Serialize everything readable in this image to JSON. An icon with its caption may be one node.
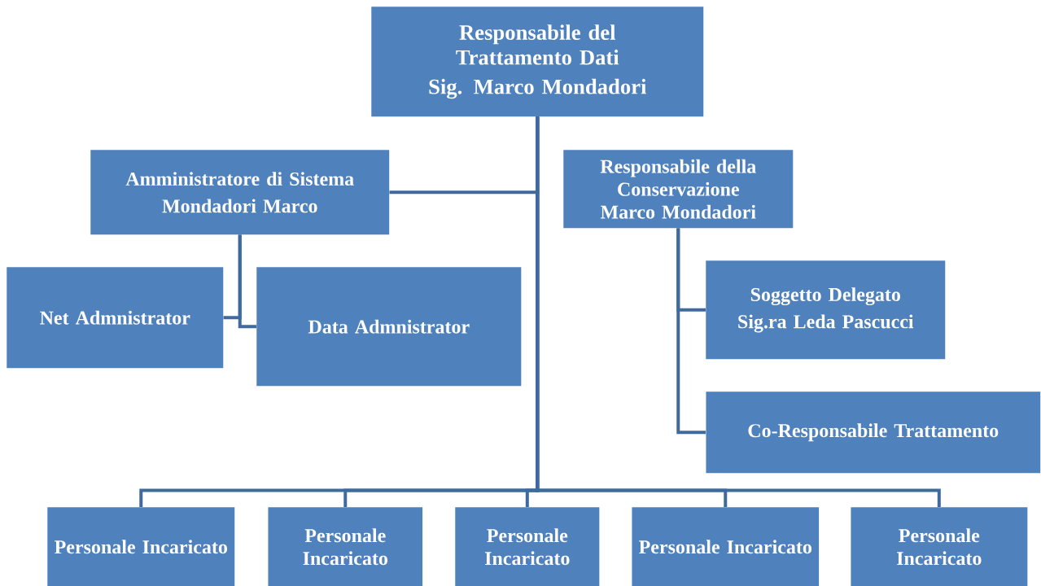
{
  "diagram": {
    "nodes": [
      {
        "text": [
          "Responsabile del Trattamento Dati",
          "Sig. Marco Mondadori"
        ]
      },
      {
        "text": [
          "Amministratore di Sistema",
          "Mondadori Marco"
        ]
      },
      {
        "text": [
          "Responsabile della Conservazione Marco Mondadori"
        ]
      },
      {
        "text": [
          "Net Admnistrator"
        ]
      },
      {
        "text": [
          "Data Admnistrator"
        ]
      },
      {
        "text": [
          "Soggetto Delegato",
          "Sig.ra Leda Pascucci"
        ]
      },
      {
        "text": [
          "Co-Responsabile Trattamento"
        ]
      },
      {
        "text": [
          "Personale Incaricato"
        ]
      },
      {
        "text": [
          "Personale Incaricato"
        ]
      },
      {
        "text": [
          "Personale Incaricato"
        ]
      },
      {
        "text": [
          "Personale Incaricato"
        ]
      },
      {
        "text": [
          "Personale Incaricato"
        ]
      }
    ],
    "edges": [
      {
        "from": 0,
        "to": 1,
        "arrow": "none"
      },
      {
        "from": 1,
        "to": 3,
        "arrow": "none"
      },
      {
        "from": 1,
        "to": 4,
        "arrow": "none"
      },
      {
        "from": 2,
        "to": 5,
        "arrow": "none"
      },
      {
        "from": 2,
        "to": 6,
        "arrow": "none"
      },
      {
        "from": 0,
        "to": 7,
        "arrow": "none"
      },
      {
        "from": 0,
        "to": 8,
        "arrow": "none"
      },
      {
        "from": 0,
        "to": 9,
        "arrow": "none"
      },
      {
        "from": 0,
        "to": 10,
        "arrow": "none"
      },
      {
        "from": 0,
        "to": 11,
        "arrow": "none"
      }
    ]
  }
}
